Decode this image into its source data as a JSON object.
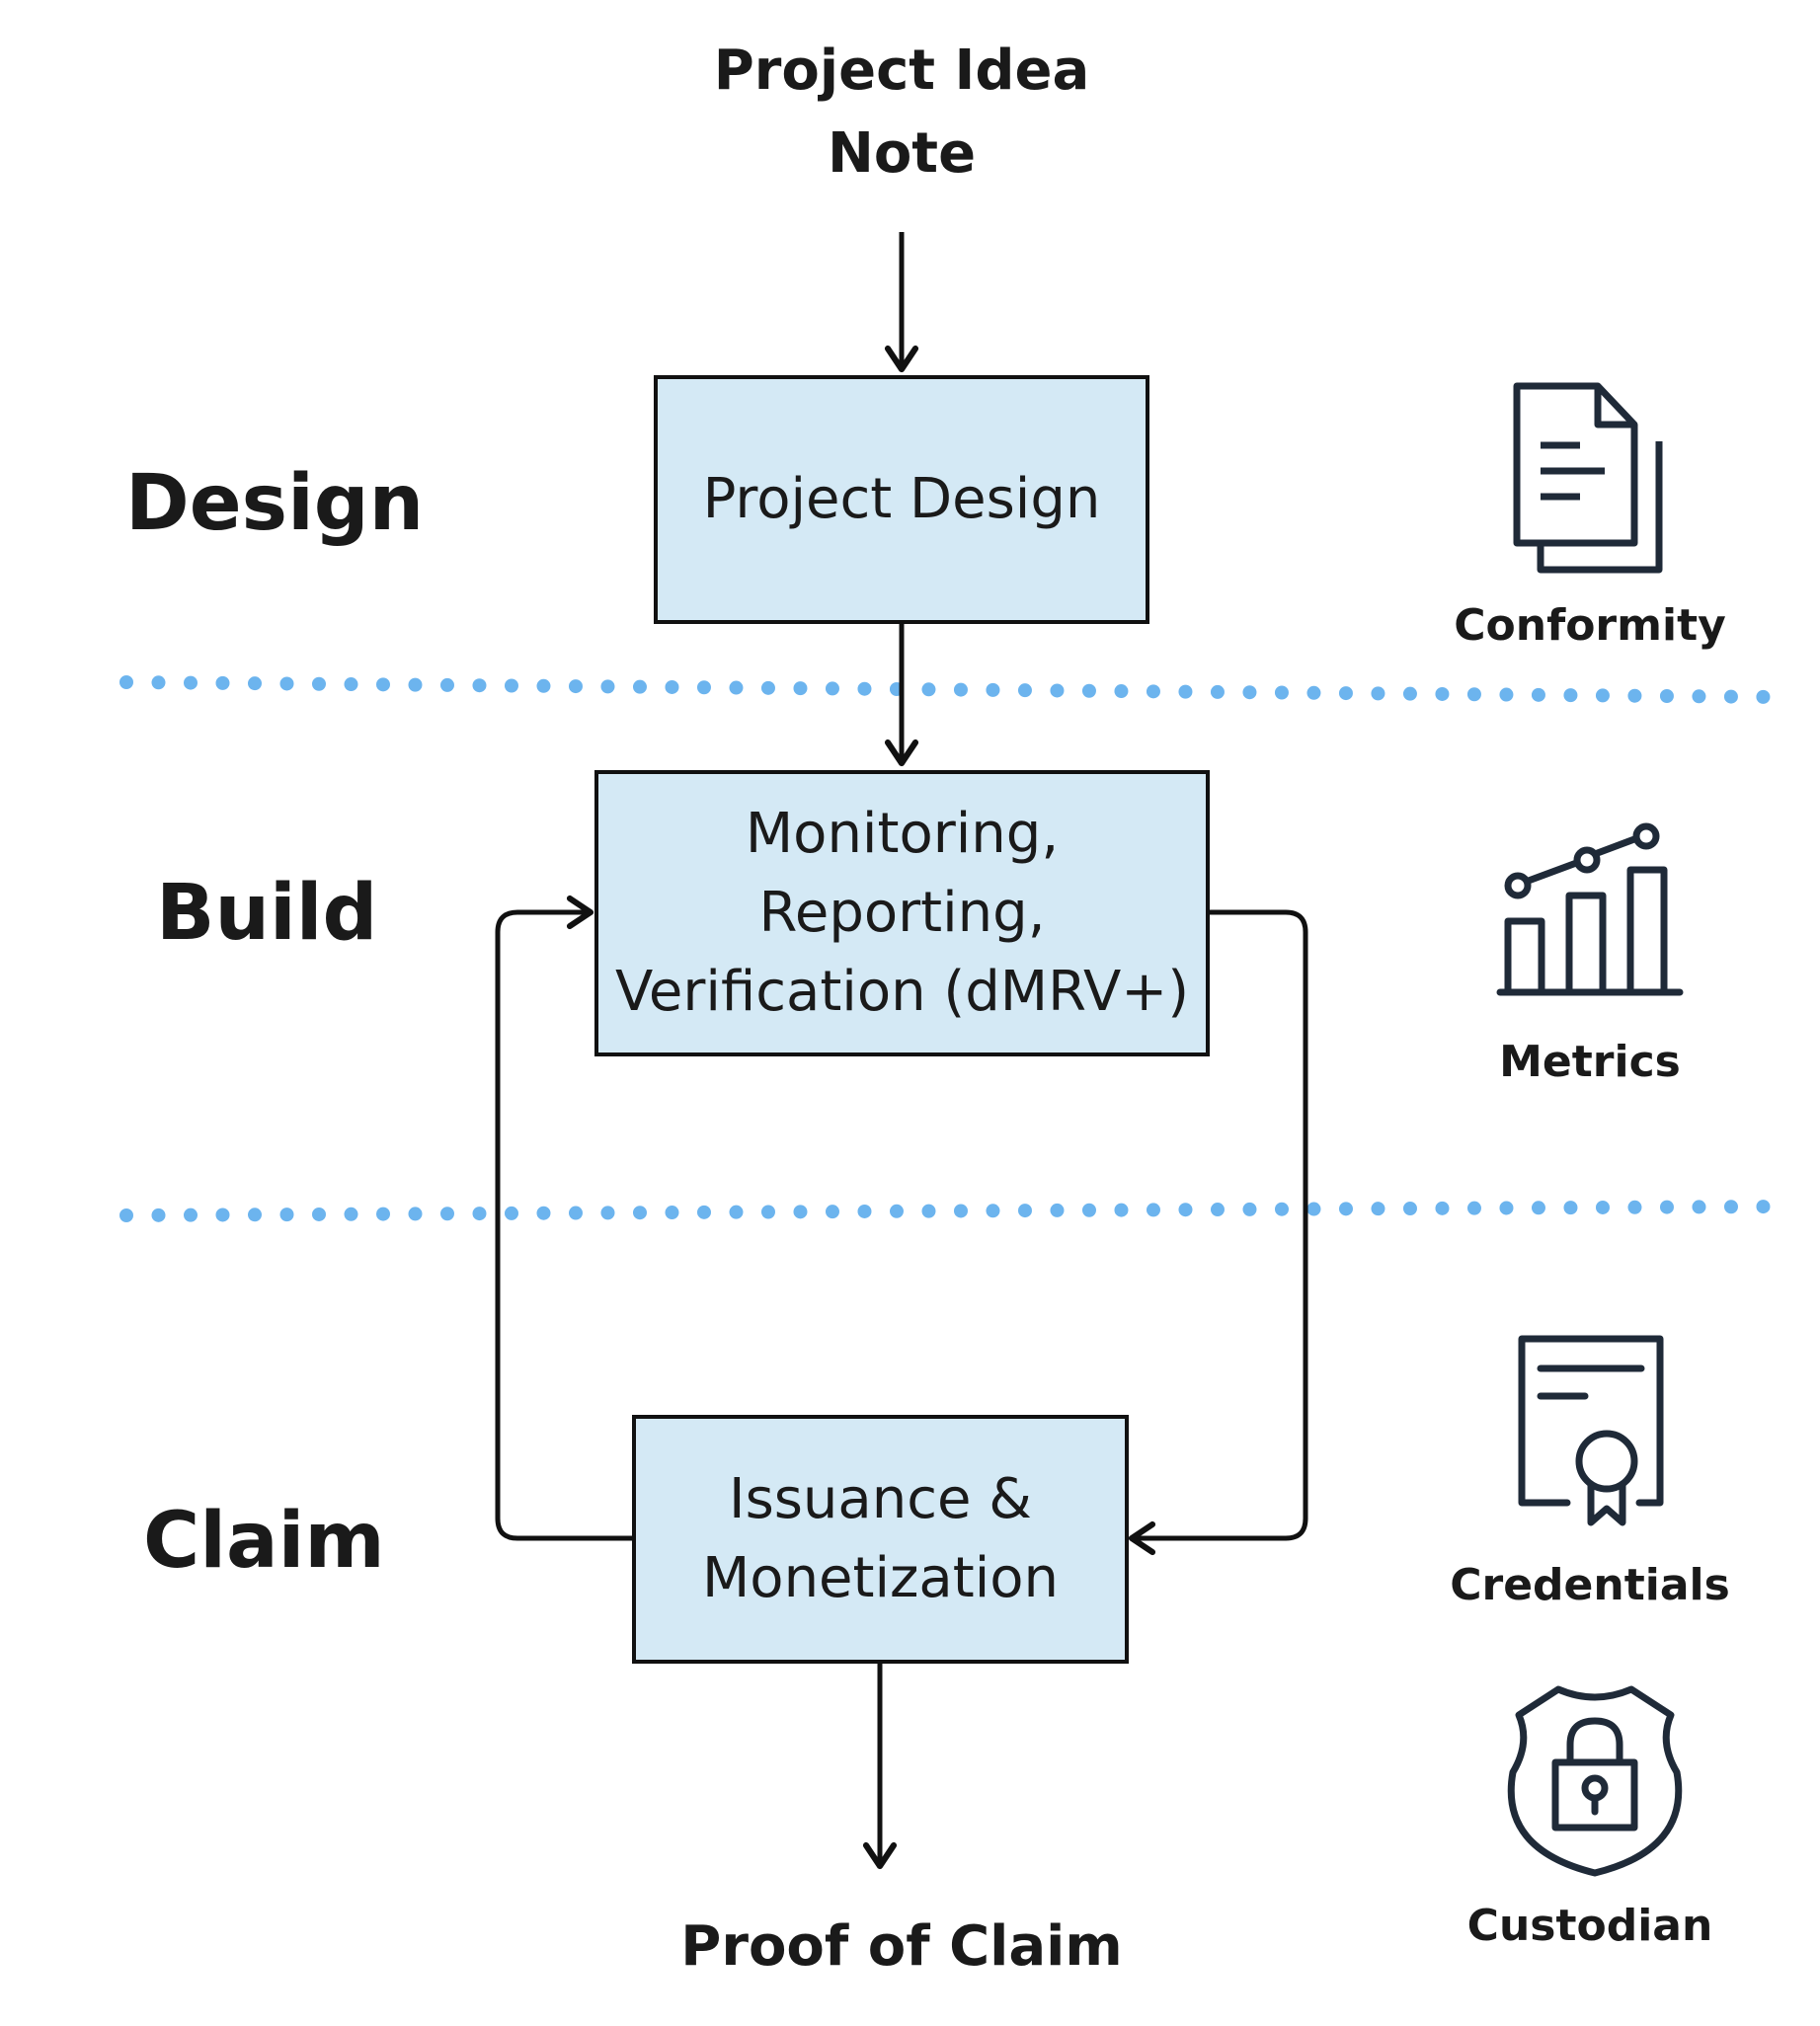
{
  "diagram": {
    "input_label": "Project Idea\nNote",
    "output_label": "Proof of Claim",
    "phases": {
      "design": "Design",
      "build": "Build",
      "claim": "Claim"
    },
    "boxes": {
      "project_design": "Project Design",
      "mrv": "Monitoring,\nReporting,\nVerification (dMRV+)",
      "issuance": "Issuance &\nMonetization"
    },
    "icons": [
      {
        "name": "document-icon",
        "label": "Conformity"
      },
      {
        "name": "chart-icon",
        "label": "Metrics"
      },
      {
        "name": "certificate-icon",
        "label": "Credentials"
      },
      {
        "name": "shield-lock-icon",
        "label": "Custodian"
      }
    ],
    "colors": {
      "box_fill": "#d4e9f5",
      "divider": "#6cb4ee",
      "line": "#111111",
      "icon": "#1f2a38"
    }
  }
}
